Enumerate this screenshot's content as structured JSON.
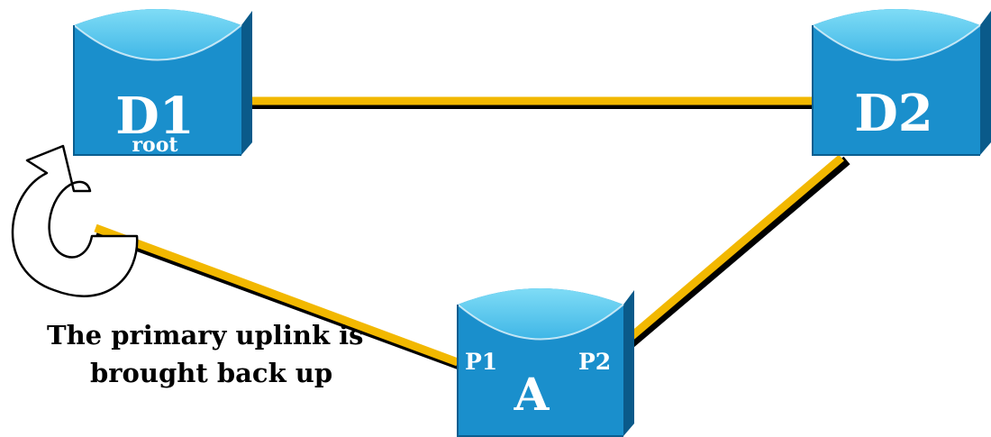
{
  "switches": {
    "d1": {
      "name": "D1",
      "sublabel": "root"
    },
    "d2": {
      "name": "D2"
    },
    "a": {
      "name": "A",
      "port_left": "P1",
      "port_right": "P2"
    }
  },
  "caption": {
    "line1": "The primary uplink is",
    "line2": "brought back up"
  },
  "colors": {
    "switch_face": "#1a8fcc",
    "switch_top": "#55c8ee",
    "switch_side": "#0a5a8a",
    "link": "#f2b800",
    "link_shadow": "#000000"
  }
}
